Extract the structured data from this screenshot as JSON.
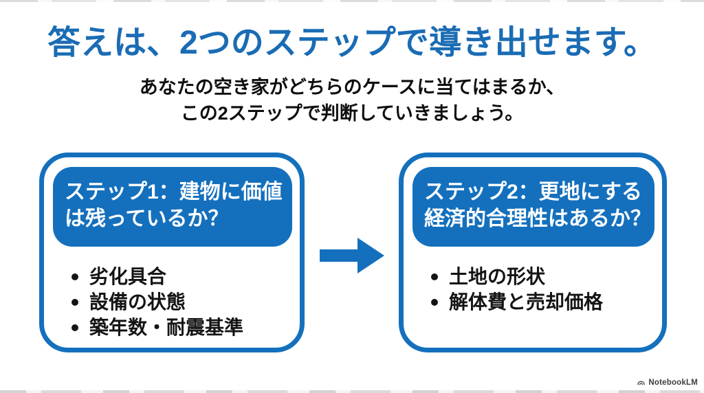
{
  "slide": {
    "title": "答えは、2つのステップで導き出せます。",
    "subtitle_line1": "あなたの空き家がどちらのケースに当てはまるか、",
    "subtitle_line2": "この2ステップで判断していきましょう。"
  },
  "colors": {
    "accent_blue": "#1470bd",
    "title_blue": "#1a6cb4",
    "text_black": "#141414",
    "watermark_gray": "#3d3d3d"
  },
  "steps": [
    {
      "header_line1": "ステップ1：建物に価値",
      "header_line2": "は残っているか？",
      "bullets": [
        "劣化具合",
        "設備の状態",
        "築年数・耐震基準"
      ]
    },
    {
      "header_line1": "ステップ2：更地にする",
      "header_line2": "経済的合理性はあるか？",
      "bullets": [
        "土地の形状",
        "解体費と売却価格"
      ]
    }
  ],
  "icons": {
    "arrow": "right-arrow",
    "watermark_logo": "notebooklm-logo"
  },
  "watermark": {
    "label": "NotebookLM"
  }
}
